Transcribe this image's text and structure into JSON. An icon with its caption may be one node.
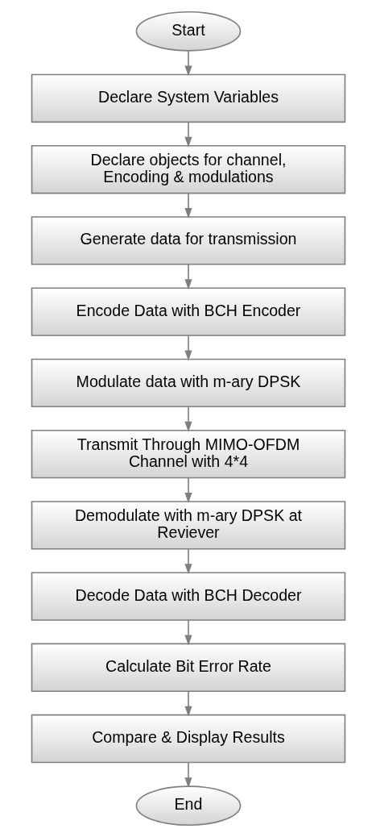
{
  "diagram": {
    "nodes": [
      {
        "text": [
          "Start"
        ]
      },
      {
        "text": [
          "Declare System Variables"
        ]
      },
      {
        "text": [
          "Declare objects for channel, Encoding & modulations"
        ]
      },
      {
        "text": [
          "Generate data for transmission"
        ]
      },
      {
        "text": [
          "Encode Data with BCH Encoder"
        ]
      },
      {
        "text": [
          "Modulate data with m-ary DPSK"
        ]
      },
      {
        "text": [
          "Transmit Through MIMO-OFDM Channel with 4*4"
        ]
      },
      {
        "text": [
          "Demodulate with m-ary DPSK at Reviever"
        ]
      },
      {
        "text": [
          "Decode Data with BCH Decoder"
        ]
      },
      {
        "text": [
          "Calculate Bit Error Rate"
        ]
      },
      {
        "text": [
          "Compare & Display Results"
        ]
      },
      {
        "text": [
          "End"
        ]
      }
    ],
    "edges": [
      {
        "from": 0,
        "to": 1,
        "arrow": "to"
      },
      {
        "from": 1,
        "to": 2,
        "arrow": "to"
      },
      {
        "from": 2,
        "to": 3,
        "arrow": "to"
      },
      {
        "from": 3,
        "to": 4,
        "arrow": "to"
      },
      {
        "from": 4,
        "to": 5,
        "arrow": "to"
      },
      {
        "from": 5,
        "to": 6,
        "arrow": "to"
      },
      {
        "from": 6,
        "to": 7,
        "arrow": "to"
      },
      {
        "from": 7,
        "to": 8,
        "arrow": "to"
      },
      {
        "from": 8,
        "to": 9,
        "arrow": "to"
      },
      {
        "from": 9,
        "to": 10,
        "arrow": "to"
      },
      {
        "from": 10,
        "to": 11,
        "arrow": "to"
      }
    ]
  }
}
